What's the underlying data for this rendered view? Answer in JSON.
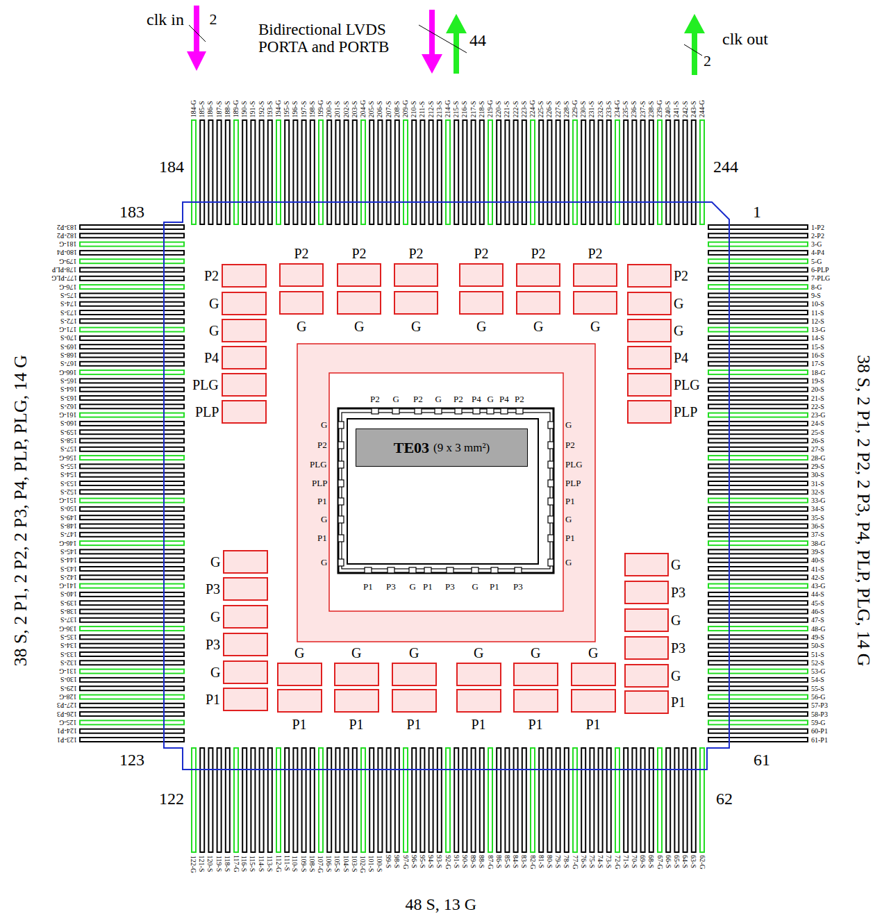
{
  "diagram": {
    "nodes": [
      {
        "text": [
          "TE03",
          "(9 x 3 mm²)"
        ]
      }
    ],
    "labels": [
      "clk in",
      "2",
      "Bidirectional LVDS PORTA and PORTB",
      "44",
      "clk out",
      "2",
      "184",
      "244",
      "183",
      "1",
      "123",
      "61",
      "122",
      "62",
      "1-P2",
      "2-P2",
      "3-G",
      "4-P4",
      "5-G",
      "6-PLP",
      "7-PLG",
      "8-G",
      "9-S",
      "10-S",
      "11-S",
      "12-S",
      "13-G",
      "14-S",
      "15-S",
      "16-S",
      "17-S",
      "18-G",
      "19-S",
      "20-S",
      "21-S",
      "22-S",
      "23-G",
      "24-S",
      "25-S",
      "26-S",
      "27-S",
      "28-G",
      "29-S",
      "30-S",
      "31-S",
      "32-S",
      "33-G",
      "34-S",
      "35-S",
      "36-S",
      "37-S",
      "38-G",
      "39-S",
      "40-S",
      "41-S",
      "42-S",
      "43-G",
      "44-S",
      "45-S",
      "46-S",
      "47-S",
      "48-G",
      "49-S",
      "50-S",
      "51-S",
      "52-S",
      "53-G",
      "54-S",
      "55-S",
      "56-G",
      "57-P3",
      "58-P3",
      "59-G",
      "60-P1",
      "61-P1",
      "62-G",
      "63-S",
      "64-S",
      "65-S",
      "66-S",
      "67-G",
      "68-S",
      "69-S",
      "70-S",
      "71-S",
      "72-G",
      "73-S",
      "74-S",
      "75-S",
      "76-S",
      "77-G",
      "78-S",
      "79-S",
      "80-S",
      "81-S",
      "82-G",
      "83-S",
      "84-S",
      "85-S",
      "86-S",
      "87-G",
      "88-S",
      "89-S",
      "90-S",
      "91-S",
      "92-G",
      "93-S",
      "94-S",
      "95-S",
      "96-S",
      "97-G",
      "98-S",
      "99-S",
      "100-S",
      "101-S",
      "102-G",
      "103-S",
      "104-S",
      "105-S",
      "106-S",
      "107-G",
      "108-S",
      "109-S",
      "110-S",
      "111-S",
      "112-G",
      "113-S",
      "114-S",
      "115-S",
      "116-S",
      "117-G",
      "118-S",
      "119-S",
      "120-S",
      "121-S",
      "122-G",
      "123-P1",
      "124-P1",
      "125-G",
      "126-P3",
      "127-P3",
      "128-G",
      "129-S",
      "130-S",
      "131-G",
      "132-S",
      "133-S",
      "134-S",
      "135-S",
      "136-G",
      "137-S",
      "138-S",
      "139-S",
      "140-S",
      "141-G",
      "142-S",
      "143-S",
      "144-S",
      "145-S",
      "146-G",
      "147-S",
      "148-S",
      "149-S",
      "150-S",
      "151-G",
      "152-S",
      "153-S",
      "154-S",
      "155-S",
      "156-G",
      "157-S",
      "158-S",
      "159-S",
      "160-S",
      "161-G",
      "162-S",
      "163-S",
      "164-S",
      "165-S",
      "166-G",
      "167-S",
      "168-S",
      "169-S",
      "170-S",
      "171-G",
      "172-S",
      "173-S",
      "174-S",
      "175-S",
      "176-G",
      "177-PLG",
      "178-PLP",
      "179-G",
      "180-P4",
      "181-G",
      "182-P2",
      "183-P2",
      "184-G",
      "185-S",
      "186-S",
      "187-S",
      "188-S",
      "189-G",
      "190-S",
      "191-S",
      "192-S",
      "193-S",
      "194-G",
      "195-S",
      "196-S",
      "197-S",
      "198-S",
      "199-G",
      "200-S",
      "201-S",
      "202-S",
      "203-S",
      "204-G",
      "205-S",
      "206-S",
      "207-S",
      "208-S",
      "209-G",
      "210-S",
      "211-S",
      "212-S",
      "213-S",
      "214-G",
      "215-S",
      "216-S",
      "217-S",
      "218-S",
      "219-G",
      "220-S",
      "221-S",
      "222-S",
      "223-S",
      "224-G",
      "225-S",
      "226-S",
      "227-S",
      "228-S",
      "229-G",
      "230-S",
      "231-S",
      "232-S",
      "233-S",
      "234-G",
      "235-S",
      "236-S",
      "237-S",
      "238-S",
      "239-G",
      "240-S",
      "241-S",
      "242-S",
      "243-S",
      "244-G",
      "38 S, 2 P1, 2 P2, 2 P3, P4, PLP, PLG, 14 G",
      "38 S, 2 P1, 2 P2, 2 P3, P4, PLP, PLG, 14 G",
      "48 S, 13 G",
      "P2",
      "P2",
      "P2",
      "P2",
      "P2",
      "P2",
      "G",
      "G",
      "G",
      "G",
      "G",
      "G",
      "P2",
      "G",
      "G",
      "P4",
      "PLG",
      "PLP",
      "P2",
      "G",
      "G",
      "P4",
      "PLG",
      "PLP",
      "G",
      "P3",
      "G",
      "P3",
      "G",
      "P1",
      "G",
      "P3",
      "G",
      "P3",
      "G",
      "P1",
      "G",
      "G",
      "G",
      "G",
      "G",
      "G",
      "P1",
      "P1",
      "P1",
      "P1",
      "P1",
      "P1",
      "P2",
      "G",
      "P2",
      "G",
      "P2",
      "P4",
      "G",
      "P4",
      "P2",
      "G",
      "P2",
      "PLG",
      "PLP",
      "P1",
      "G",
      "P1",
      "G",
      "G",
      "P2",
      "PLG",
      "PLP",
      "P1",
      "G",
      "P1",
      "G",
      "P1",
      "P3",
      "G",
      "P1",
      "P3",
      "G",
      "P1",
      "P3"
    ]
  }
}
